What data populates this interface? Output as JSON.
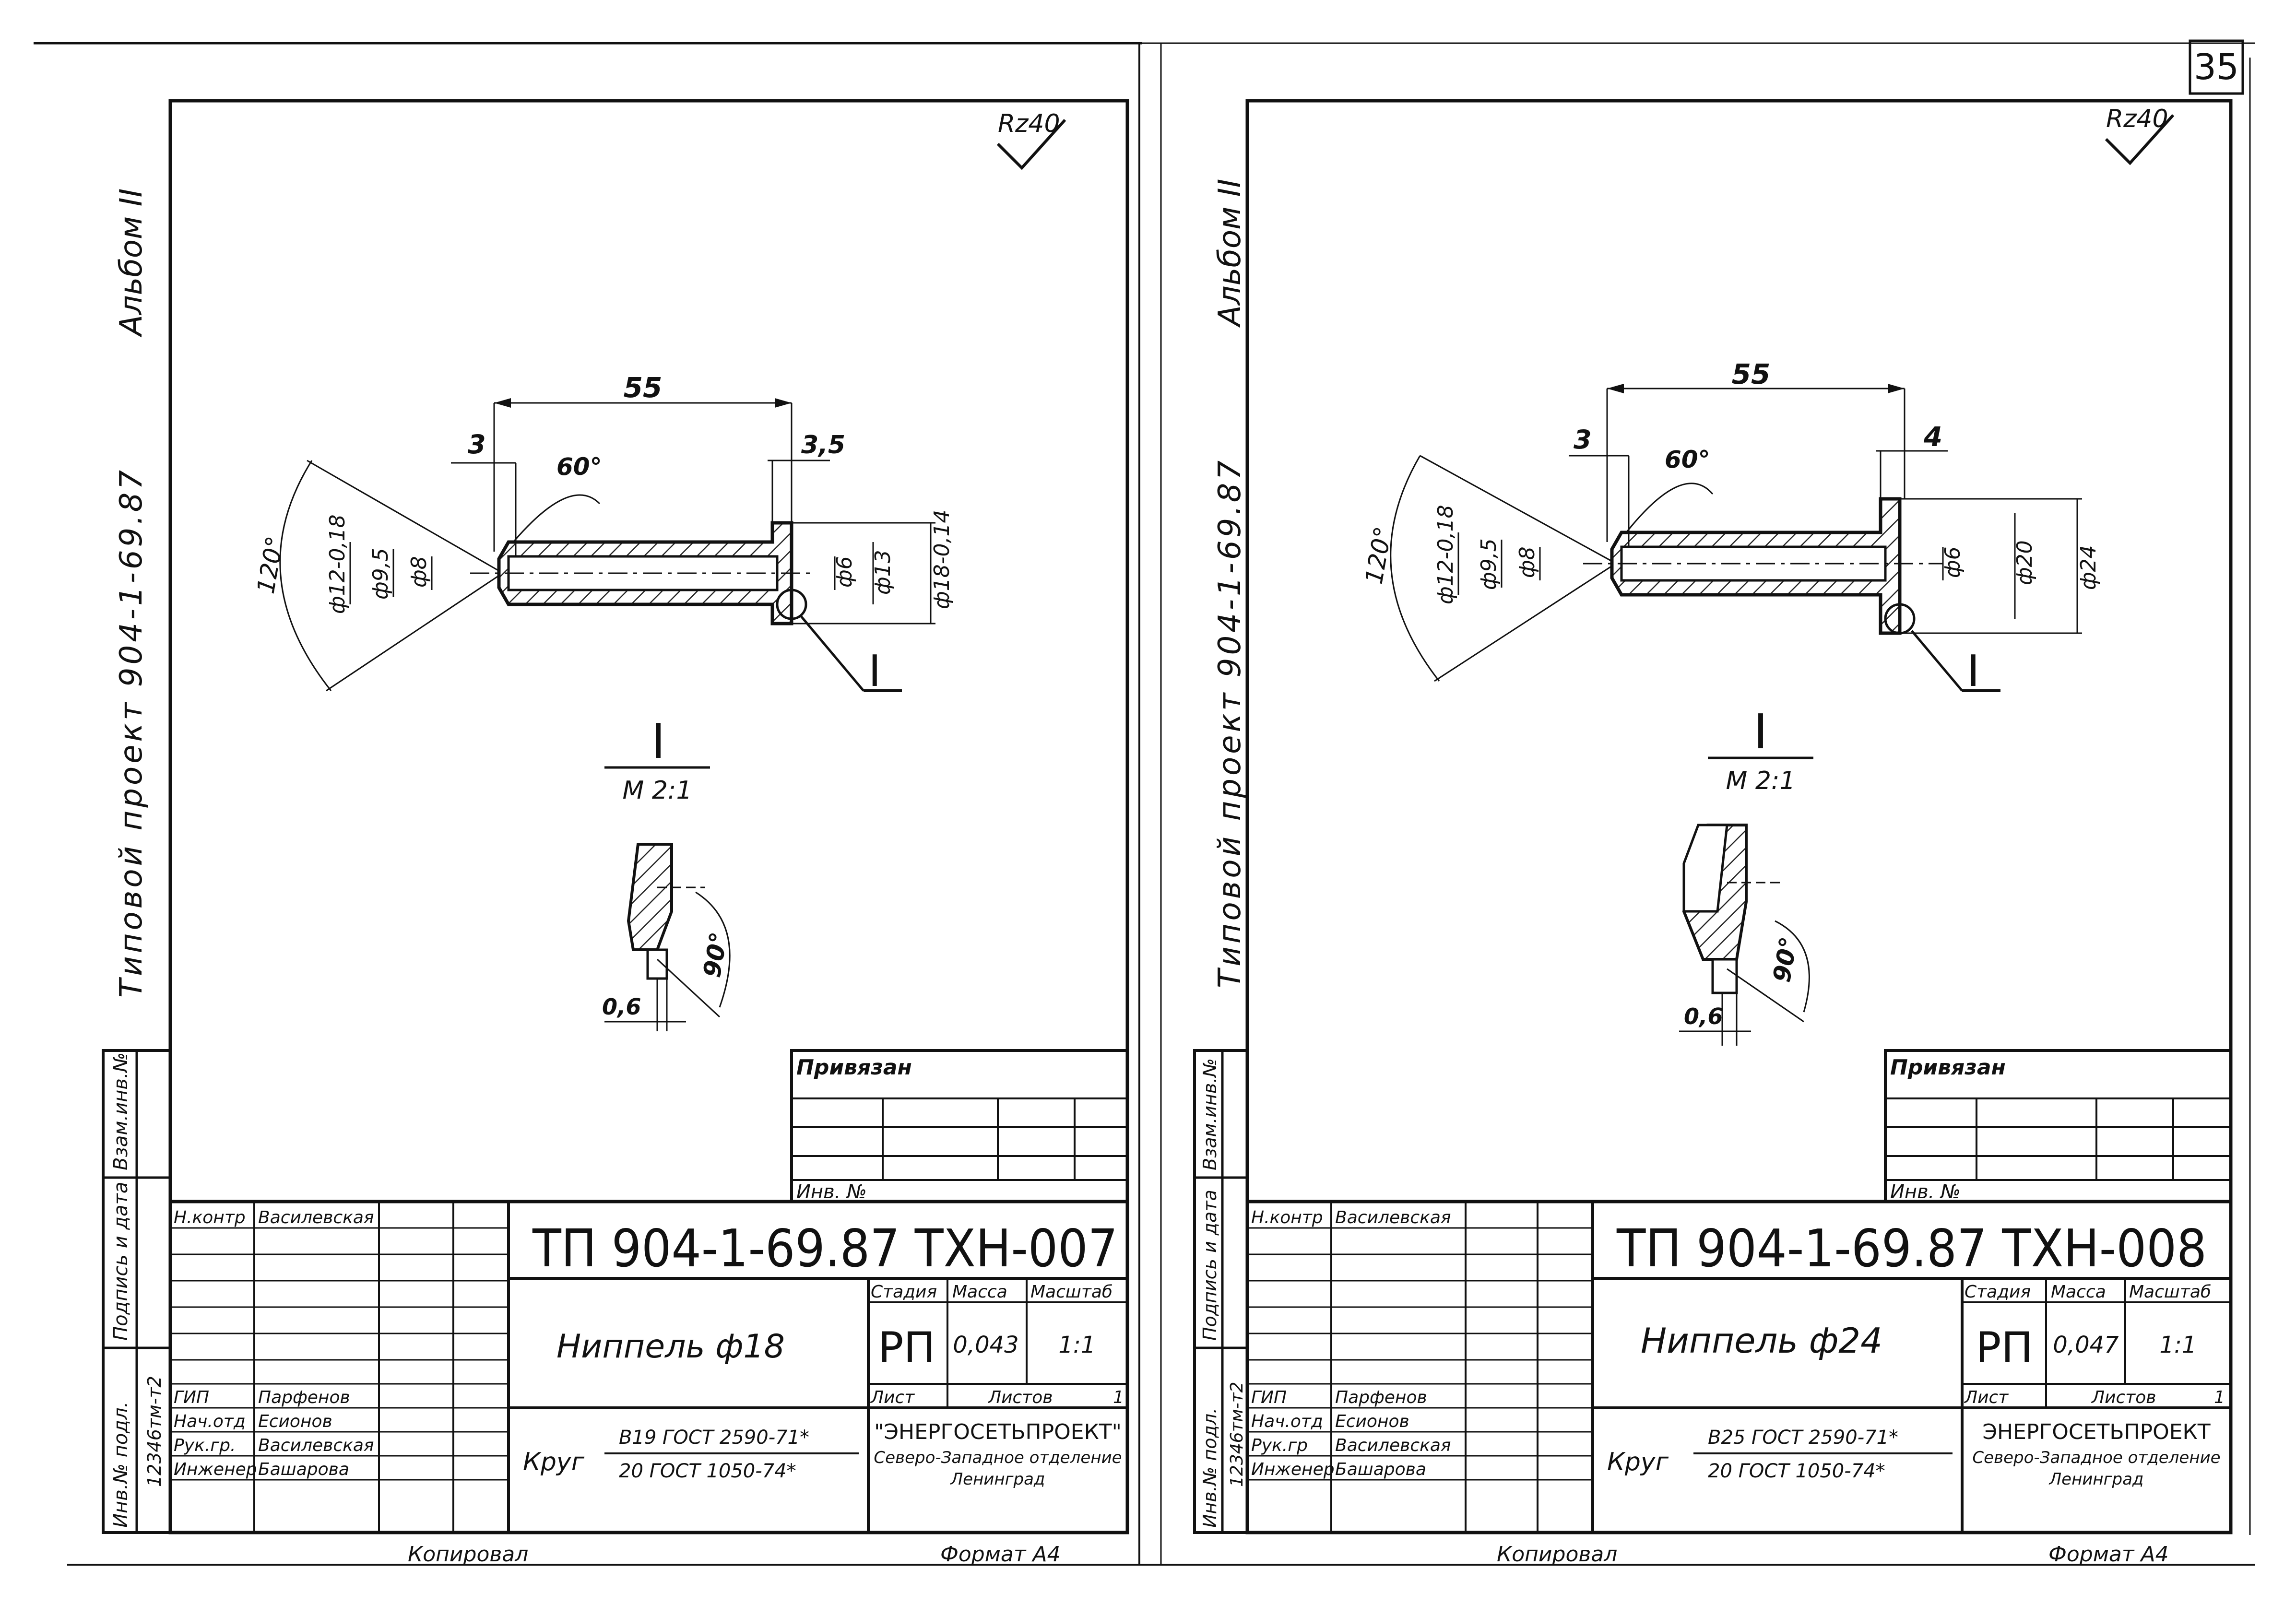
{
  "page_number": "35",
  "colors": {
    "ink": "#111111",
    "paper": "#ffffff",
    "hatch": "#222222"
  },
  "sheets": [
    {
      "id": "left",
      "roughness": "Rz40",
      "album": "Альбом II",
      "project_side": "Типовой проект 904-1-69.87",
      "dims": {
        "length": "55",
        "chamfer": "3",
        "angle60": "60°",
        "flange": "3,5",
        "angle120": "120°",
        "d1": "ф12-0,18",
        "d2": "ф9,5",
        "d3": "ф8",
        "d4": "ф6",
        "d5": "ф13",
        "d6": "ф18-0,14"
      },
      "detail_mark": "I",
      "detail_title": "I",
      "detail_scale": "М 2:1",
      "detail_angle": "90°",
      "detail_dim": "0,6",
      "privyazan": "Привязан",
      "inv_no": "Инв. №",
      "side_labels": {
        "vzam": "Взам.инв.№",
        "podpis": "Подпись и дата",
        "inv_podl": "Инв.№ подл.",
        "inv_num": "12346тм-т2"
      },
      "stamp_code": "ТП  904-1-69.87  ТХН-007",
      "part_name": "Ниппель ф18",
      "stage_label": "Стадия",
      "mass_label": "Масса",
      "scale_label": "Масштаб",
      "stage": "РП",
      "mass": "0,043",
      "scale": "1:1",
      "sheet_label": "Лист",
      "sheets_label": "Листов",
      "sheets_count": "1",
      "material_prefix": "Круг",
      "material_top": "В19 ГОСТ 2590-71*",
      "material_bottom": "20  ГОСТ 1050-74*",
      "org1": "\"ЭНЕРГОСЕТЬПРОЕКТ\"",
      "org2": "Северо-Западное отделение",
      "org3": "Ленинград",
      "people": [
        {
          "role": "Н.контр",
          "name": "Василевская"
        },
        {
          "role": "ГИП",
          "name": "Парфенов"
        },
        {
          "role": "Нач.отд",
          "name": "Есионов"
        },
        {
          "role": "Рук.гр.",
          "name": "Василевская"
        },
        {
          "role": "Инженер",
          "name": "Башарова"
        }
      ],
      "copied": "Копировал",
      "format": "Формат А4"
    },
    {
      "id": "right",
      "roughness": "Rz40",
      "album": "Альбом II",
      "project_side": "Типовой проект 904-1-69.87",
      "dims": {
        "length": "55",
        "chamfer": "3",
        "angle60": "60°",
        "flange": "4",
        "angle120": "120°",
        "d1": "ф12-0,18",
        "d2": "ф9,5",
        "d3": "ф8",
        "d4": "ф6",
        "d5": "ф20",
        "d6": "ф24"
      },
      "detail_mark": "I",
      "detail_title": "I",
      "detail_scale": "М 2:1",
      "detail_angle": "90°",
      "detail_dim": "0,6",
      "privyazan": "Привязан",
      "inv_no": "Инв. №",
      "side_labels": {
        "vzam": "Взам.инв.№",
        "podpis": "Подпись и дата",
        "inv_podl": "Инв.№ подл.",
        "inv_num": "12346тм-т2"
      },
      "stamp_code": "ТП  904-1-69.87  ТХН-008",
      "part_name": "Ниппель ф24",
      "stage_label": "Стадия",
      "mass_label": "Масса",
      "scale_label": "Масштаб",
      "stage": "РП",
      "mass": "0,047",
      "scale": "1:1",
      "sheet_label": "Лист",
      "sheets_label": "Листов",
      "sheets_count": "1",
      "material_prefix": "Круг",
      "material_top": "В25 ГОСТ 2590-71*",
      "material_bottom": "20  ГОСТ 1050-74*",
      "org1": "ЭНЕРГОСЕТЬПРОЕКТ",
      "org2": "Северо-Западное отделение",
      "org3": "Ленинград",
      "people": [
        {
          "role": "Н.контр",
          "name": "Василевская"
        },
        {
          "role": "ГИП",
          "name": "Парфенов"
        },
        {
          "role": "Нач.отд",
          "name": "Есионов"
        },
        {
          "role": "Рук.гр",
          "name": "Василевская"
        },
        {
          "role": "Инженер",
          "name": "Башарова"
        }
      ],
      "copied": "Копировал",
      "format": "Формат А4"
    }
  ]
}
